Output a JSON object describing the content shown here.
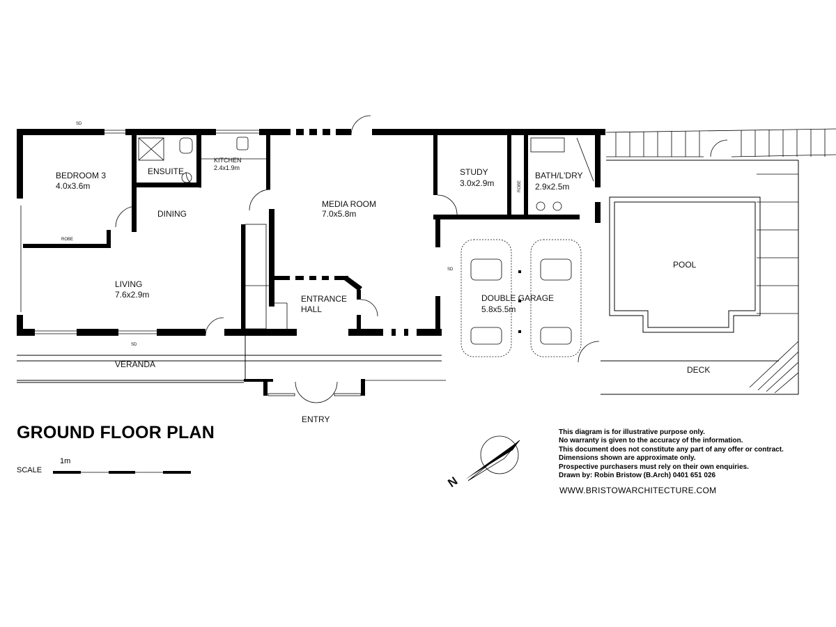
{
  "title": "GROUND FLOOR PLAN",
  "rooms": {
    "bedroom3": {
      "name": "BEDROOM 3",
      "size": "4.0x3.6m"
    },
    "ensuite": {
      "name": "ENSUITE"
    },
    "kitchen": {
      "name": "KITCHEN",
      "size": "2.4x1.9m"
    },
    "dining": {
      "name": "DINING"
    },
    "media_room": {
      "name": "MEDIA ROOM",
      "size": "7.0x5.8m"
    },
    "study": {
      "name": "STUDY",
      "size": "3.0x2.9m"
    },
    "bath_laundry": {
      "name": "BATH/L'DRY",
      "size": "2.9x2.5m"
    },
    "living": {
      "name": "LIVING",
      "size": "7.6x2.9m"
    },
    "entrance_hall": {
      "name_line1": "ENTRANCE",
      "name_line2": "HALL"
    },
    "double_garage": {
      "name": "DOUBLE GARAGE",
      "size": "5.8x5.5m"
    },
    "pool": {
      "name": "POOL"
    },
    "deck": {
      "name": "DECK"
    },
    "veranda": {
      "name": "VERANDA"
    },
    "entry": {
      "name": "ENTRY"
    }
  },
  "annotations": {
    "sd_top": "SD",
    "sd_bottom": "SD",
    "sd_garage": "SD",
    "robe_bedroom": "ROBE",
    "robe_vertical": "ROBE"
  },
  "scale": {
    "label": "SCALE",
    "unit": "1m"
  },
  "north": {
    "label": "N"
  },
  "disclaimer": [
    "This diagram is for illustrative purpose only.",
    "No warranty is given to the accuracy of the information.",
    "This document does not constitute any part of any offer or contract.",
    "Dimensions shown are approximate only.",
    "Prospective purchasers must rely on their own enquiries.",
    "Drawn by: Robin Bristow (B.Arch) 0401 651 026"
  ],
  "website": "WWW.BRISTOWARCHITECTURE.COM"
}
